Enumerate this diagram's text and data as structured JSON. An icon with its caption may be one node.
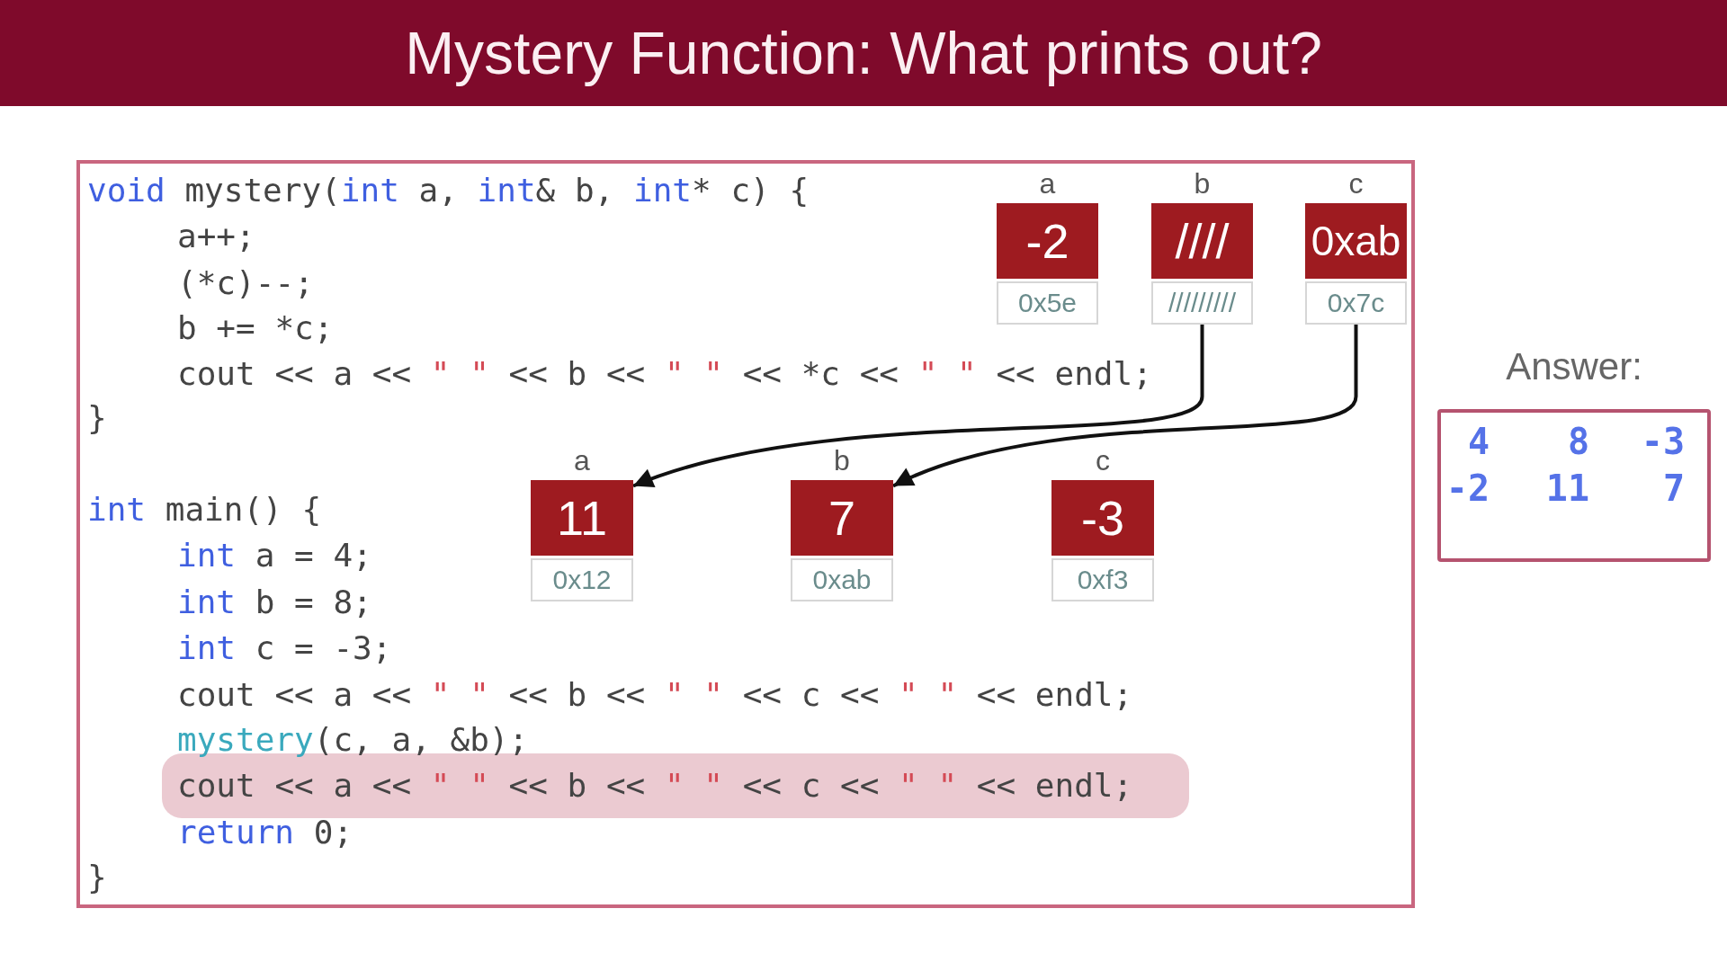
{
  "diagram": {
    "title": "Mystery Function: What prints out?",
    "nodes": [
      {
        "text": [
          "void mystery(int a, int& b, int* c) {",
          "a++;",
          "(*c)--;",
          "b += *c;",
          "cout << a << \" \" << b << \" \" << *c << \" \" << endl;",
          "}",
          "int main() {",
          "int a = 4;",
          "int b = 8;",
          "int c = -3;",
          "cout << a << \" \" << b << \" \" << c << \" \" << endl;",
          "mystery(c, a, &b);",
          "cout << a << \" \" << b << \" \" << c << \" \" << endl;",
          "return 0;",
          "}"
        ]
      },
      {
        "text": [
          "a",
          "-2",
          "0x5e"
        ],
        "in": 0
      },
      {
        "text": [
          "b",
          "////",
          "/////////"
        ],
        "in": 0
      },
      {
        "text": [
          "c",
          "0xab",
          "0x7c"
        ],
        "in": 0
      },
      {
        "text": [
          "a",
          "11",
          "0x12"
        ],
        "in": 0
      },
      {
        "text": [
          "b",
          "7",
          "0xab"
        ],
        "in": 0
      },
      {
        "text": [
          "c",
          "-3",
          "0xf3"
        ],
        "in": 0
      },
      {
        "text": [
          "Answer:",
          "4",
          "8",
          "-3",
          "-2",
          "11",
          "7"
        ]
      }
    ],
    "edges": [
      {
        "from": 2,
        "to": 4,
        "arrow": "to"
      },
      {
        "from": 3,
        "to": 5,
        "arrow": "to"
      }
    ]
  }
}
